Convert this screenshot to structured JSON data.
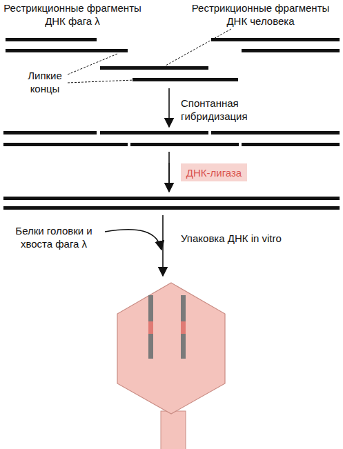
{
  "diagram": {
    "nodes": [
      {
        "text": [
          "ДНК-лигаза"
        ]
      }
    ],
    "labels": [
      "Рестрикционные фрагменты ДНК фага λ",
      "Рестрикционные фрагменты ДНК человека",
      "Липкие концы",
      "Спонтанная гибридизация",
      "Белки головки и хвоста фага λ",
      "Упаковка ДНК in vitro"
    ]
  }
}
